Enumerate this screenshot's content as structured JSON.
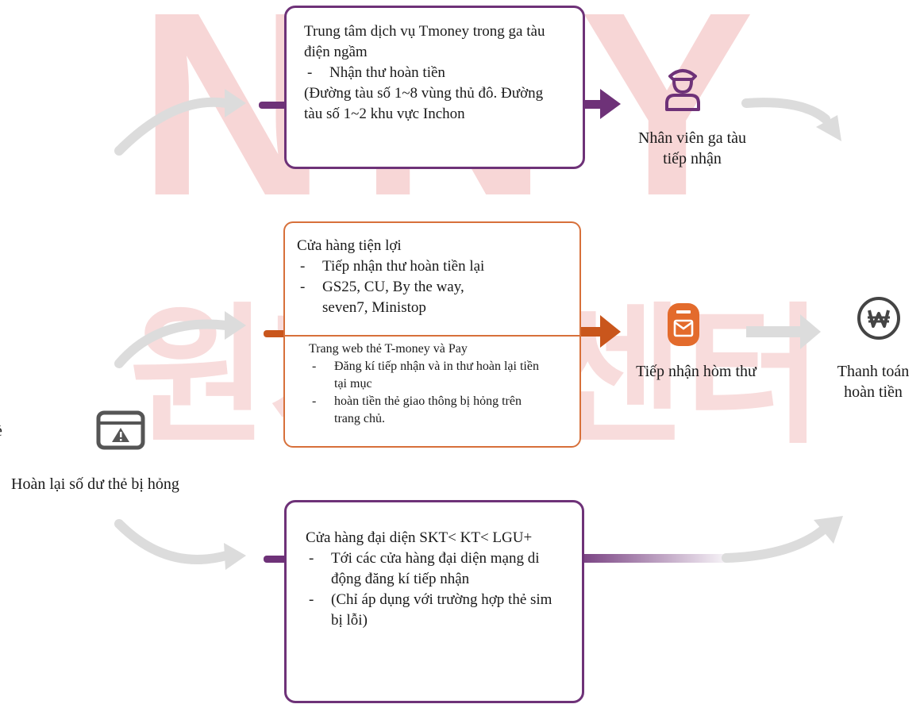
{
  "subway_box": {
    "title": "Trung tâm dịch vụ Tmoney trong ga tàu điện ngầm",
    "item1": "Nhận thư hoàn tiền",
    "note": "(Đường tàu số 1~8 vùng thủ đô. Đường tàu số 1~2 khu vực Inchon"
  },
  "store_box": {
    "title": "Cửa hàng tiện lợi",
    "items": [
      "Tiếp nhận thư hoàn tiền lại",
      "GS25, CU, By the way, seven7, Ministop"
    ]
  },
  "web_box": {
    "title": "Trang web thẻ T-money và Pay",
    "items": [
      "Đăng kí tiếp nhận và in thư hoàn lại tiền tại mục",
      "hoàn tiền thẻ giao thông bị hỏng trên trang chủ."
    ]
  },
  "telecom_box": {
    "title": "Cửa hàng đại diện SKT< KT< LGU+",
    "items": [
      "Tới các cửa hàng đại diện mạng di động đăng kí tiếp nhận",
      "(Chỉ áp dụng với trường hợp thẻ sim bị lỗi)"
    ]
  },
  "labels": {
    "start": "Hoàn lại số dư thẻ bị hỏng",
    "station_staff": "Nhân viên ga tàu tiếp nhận",
    "mailbox": "Tiếp nhận hòm thư",
    "payment": "Thanh toán hoàn tiền",
    "left_fragment": "ẻ"
  },
  "watermark": {
    "top": "NNY",
    "bottom": "원지원센터"
  },
  "icons": {
    "start": "card-warning-icon",
    "station_staff": "station-staff-icon",
    "mailbox": "mailbox-icon",
    "payment": "won-coin-icon"
  },
  "colors": {
    "purple": "#6e3278",
    "orange": "#d35f1c",
    "gray_arrow": "#d9d9d9",
    "watermark": "#f6d3d3"
  }
}
